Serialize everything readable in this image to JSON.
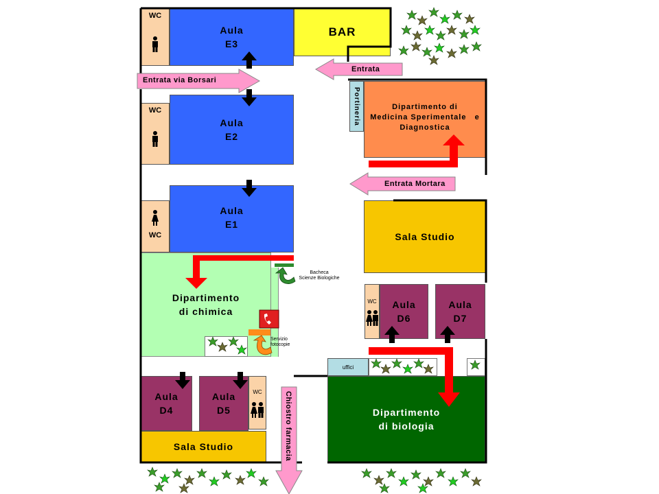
{
  "rooms": {
    "aula_e3": {
      "l1": "Aula",
      "l2": "E3"
    },
    "aula_e2": {
      "l1": "Aula",
      "l2": "E2"
    },
    "aula_e1": {
      "l1": "Aula",
      "l2": "E1"
    },
    "aula_d4": {
      "l1": "Aula",
      "l2": "D4"
    },
    "aula_d5": {
      "l1": "Aula",
      "l2": "D5"
    },
    "aula_d6": {
      "l1": "Aula",
      "l2": "D6"
    },
    "aula_d7": {
      "l1": "Aula",
      "l2": "D7"
    },
    "bar": "BAR",
    "portineria": "Portineria",
    "dept_medicina": {
      "l1": "Dipartimento di",
      "l2": "Medicina Sperimentale   e",
      "l3": "Diagnostica"
    },
    "dept_chimica": {
      "l1": "Dipartimento",
      "l2": "di chimica"
    },
    "dept_biologia": {
      "l1": "Dipartimento",
      "l2": "di biologia"
    },
    "sala_studio_right": "Sala Studio",
    "sala_studio_bottom": "Sala Studio",
    "uffici": "uffici"
  },
  "wc_label": "WC",
  "entrances": {
    "via_borsari": "Entrata via Borsari",
    "entrata": "Entrata",
    "mortara": "Entrata Mortara",
    "chiostro": "Chiostro farmacia"
  },
  "notes": {
    "bacheca": {
      "l1": "Bacheca",
      "l2": "Scienze Biologiche"
    },
    "fotocopie": {
      "l1": "Servizio",
      "l2": "fotocopie"
    }
  },
  "colors": {
    "aula_blue": "#3366ff",
    "bar_yellow": "#ffff33",
    "medicina_orange": "#ff8c4d",
    "chimica_green": "#b3ffb3",
    "biologia_green": "#006600",
    "studio_yellow": "#f7c600",
    "aula_maroon": "#993366",
    "wc_peach": "#fbd3a8",
    "portineria_blue": "#b3dde4",
    "route_red": "#ff0000",
    "entrance_pink": "#ff99cc"
  }
}
